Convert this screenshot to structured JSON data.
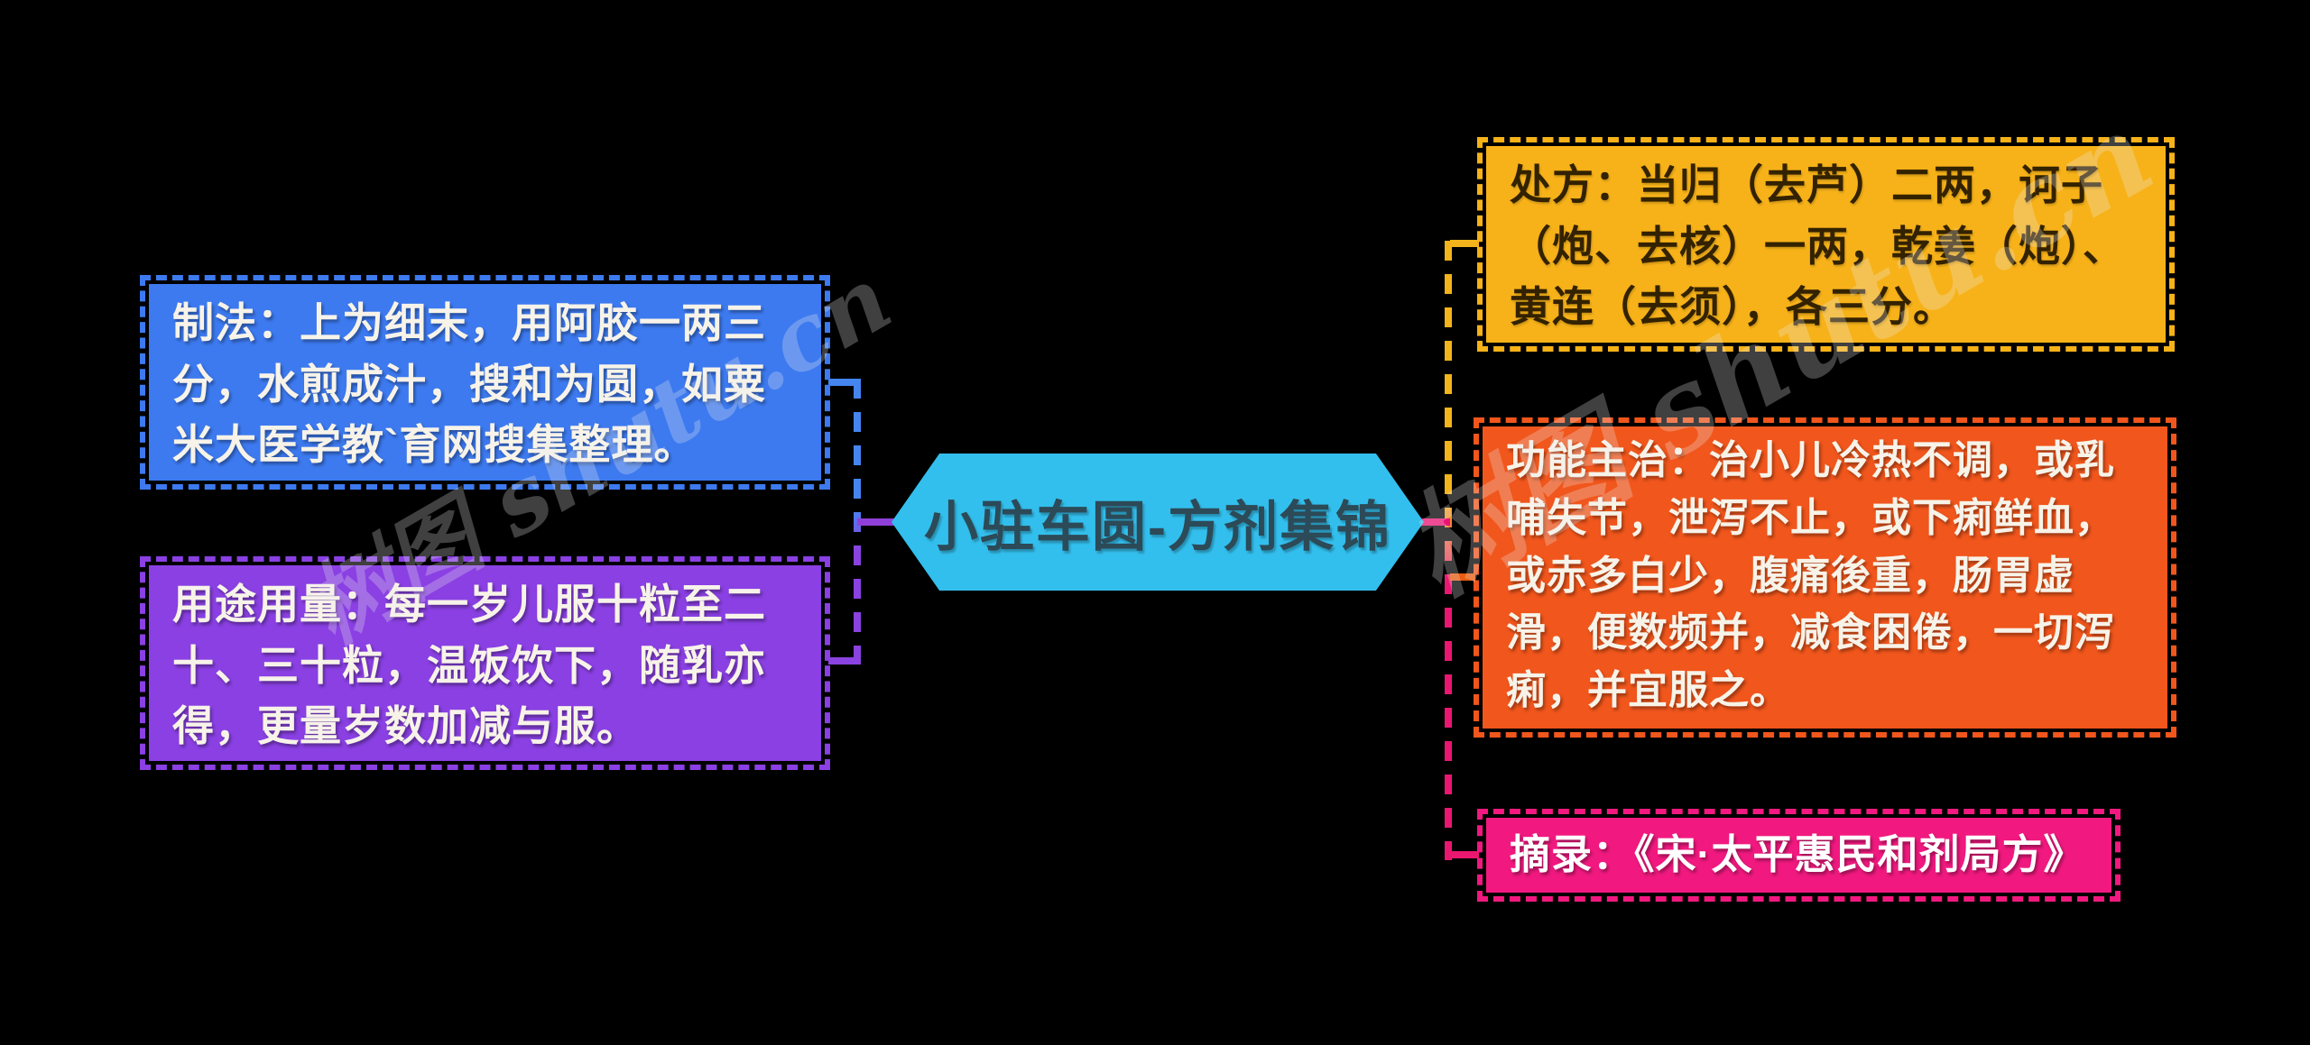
{
  "diagram": {
    "title": "小驻车圆-方剂集锦",
    "background_color": "#000000"
  },
  "center_node": {
    "label": "小驻车圆-方剂集锦",
    "fill": "#33bfed",
    "text_color": "#2c4a57"
  },
  "cards": {
    "zhifa": {
      "text": "制法：上为细末，用阿胶一两三分，水煎成汁，搜和为圆，如粟米大医学教`育网搜集整理。",
      "fill": "#3d7af0",
      "text_color": "#f7f3e9"
    },
    "yongtu": {
      "text": "用途用量：每一岁儿服十粒至二十、三十粒，温饭饮下，随乳亦得，更量岁数加减与服。",
      "fill": "#8a40e3",
      "text_color": "#f7f3e9"
    },
    "chufang": {
      "text": "处方：当归（去芦）二两，诃子（炮、去核）一两，乾姜（炮）、黄连（去须），各三分。",
      "fill": "#f7b219",
      "text_color": "#332200"
    },
    "gongneng": {
      "text": "功能主治：治小儿冷热不调，或乳哺失节，泄泻不止，或下痢鲜血，或赤多白少，腹痛後重，肠胃虚滑，便数频并，减食困倦，一切泻痢，并宜服之。",
      "fill": "#f1561c",
      "text_color": "#f7f3e9"
    },
    "zhailu": {
      "text": "摘录：《宋·太平惠民和剂局方》",
      "fill": "#f1197f",
      "text_color": "#ffffff"
    }
  },
  "connectors": {
    "left_branch_top_color": "#4585f0",
    "left_branch_bottom_color": "#8a42e0",
    "left_node_link_color": "#9040d8",
    "right_branch_top_color": "#f2b31c",
    "right_branch_bottom_color": "#ea1770",
    "right_gongneng_stub_color": "#ea5c10",
    "right_node_link_color": "#ed1174"
  },
  "watermark": {
    "text": "树图 shutu.cn"
  }
}
